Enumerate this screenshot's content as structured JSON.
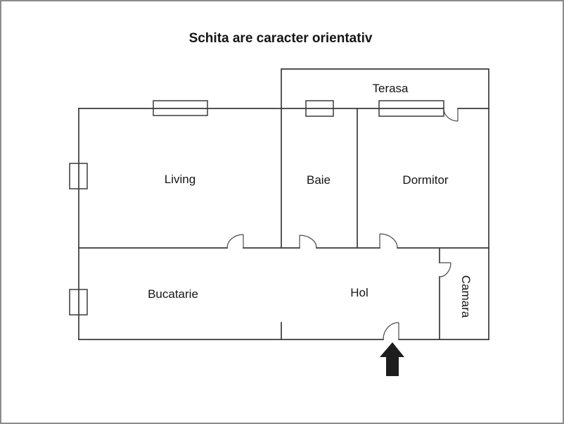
{
  "title": "Schita are caracter orientativ",
  "rooms": {
    "living": {
      "label": "Living"
    },
    "baie": {
      "label": "Baie"
    },
    "dormitor": {
      "label": "Dormitor"
    },
    "terasa": {
      "label": "Terasa"
    },
    "bucatarie": {
      "label": "Bucatarie"
    },
    "hol": {
      "label": "Hol"
    },
    "camara": {
      "label": "Camara"
    }
  },
  "icons": {
    "entrance_arrow": "entrance-arrow"
  },
  "colors": {
    "wall": "#3a3a3a",
    "door": "#4a4a4a",
    "border": "#8c8c8c",
    "arrow": "#1d1d1d",
    "text": "#151515",
    "background": "#ffffff"
  }
}
